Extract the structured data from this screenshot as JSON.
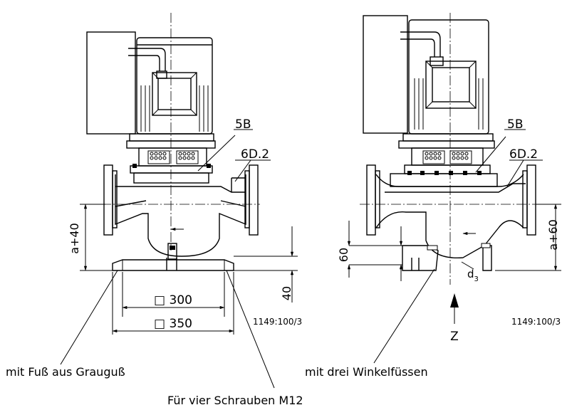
{
  "labels": {
    "left": {
      "part_5b": "5B",
      "part_6d2": "6D.2",
      "dim_a40": "a+40",
      "dim_300": "□ 300",
      "dim_350": "□ 350",
      "dim_40": "40",
      "drawing_no": "1149:100/3",
      "caption": "mit Fuß aus Grauguß"
    },
    "right": {
      "part_5b": "5B",
      "part_6d2": "6D.2",
      "dim_a60": "a+60",
      "dim_60": "60",
      "d3": "d",
      "d3_sub": "3",
      "view_z": "Z",
      "drawing_no": "1149:100/3",
      "caption": "mit drei Winkelfüssen"
    },
    "bottom_caption": "Für vier Schrauben M12"
  }
}
